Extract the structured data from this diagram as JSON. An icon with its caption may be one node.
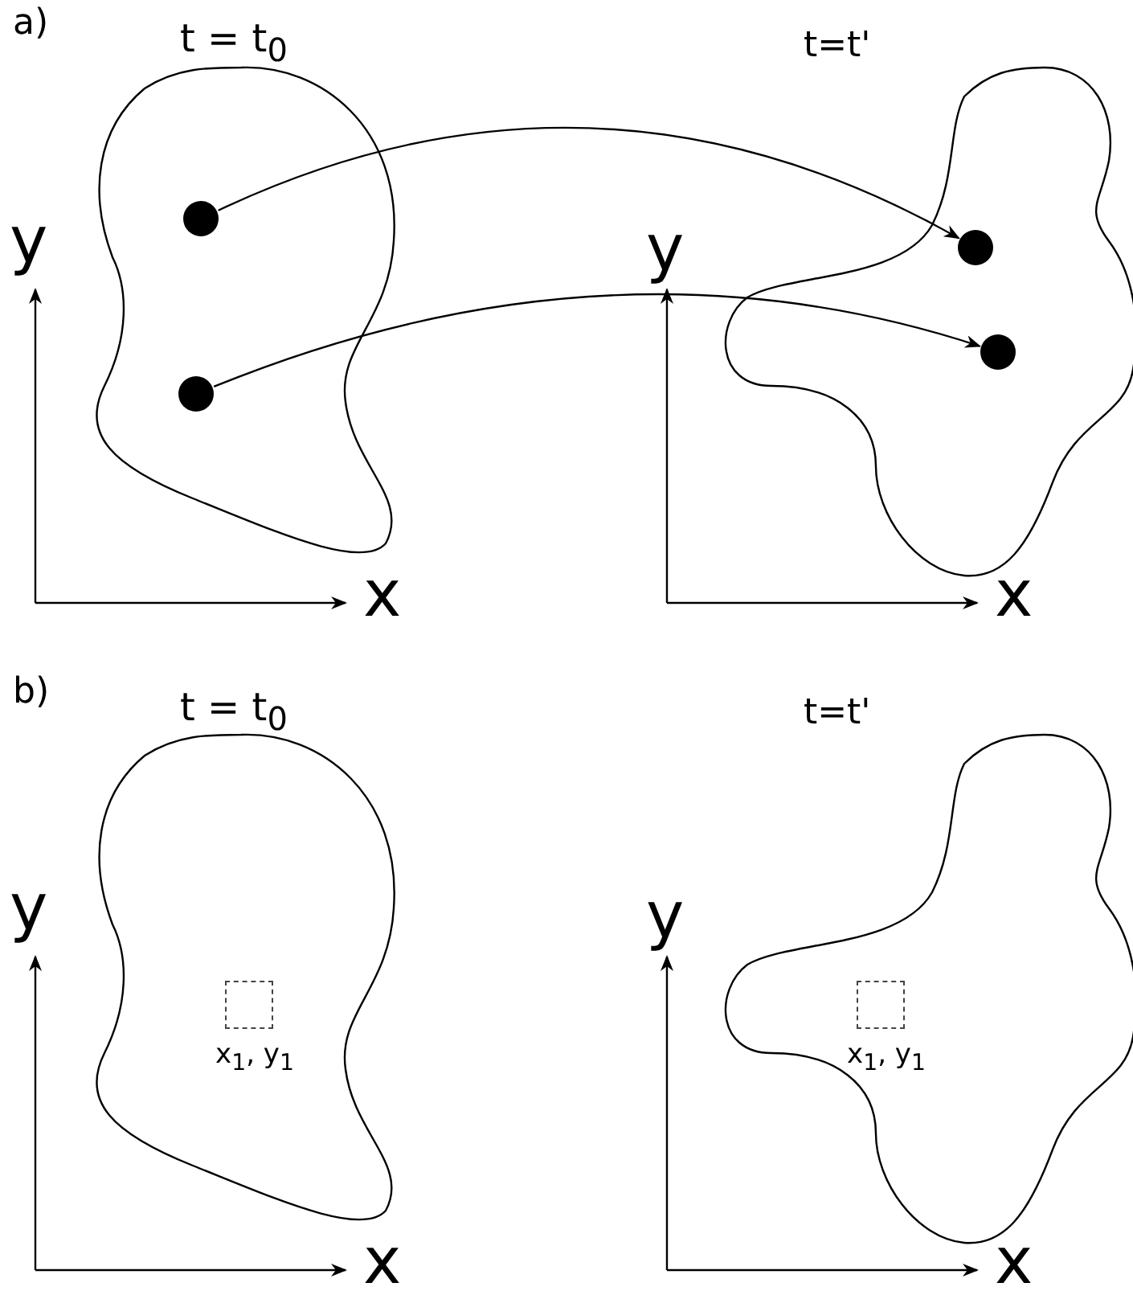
{
  "diagram": {
    "nodes": [
      {
        "text": [],
        "shape": "circle"
      },
      {
        "text": [],
        "shape": "circle"
      },
      {
        "text": [],
        "shape": "circle"
      },
      {
        "text": [],
        "shape": "circle"
      },
      {
        "text": [
          "x$_{1}$, y$_{1}$"
        ]
      },
      {
        "text": [
          "x$_{1}$, y$_{1}$"
        ]
      }
    ],
    "edges": [
      {
        "from": 0,
        "to": 2,
        "arrow": "to"
      },
      {
        "from": 1,
        "to": 3,
        "arrow": "to"
      }
    ],
    "labels": [
      "a)",
      "t = t$_{0}$",
      "t=t'",
      "y",
      "y",
      "x",
      "x",
      "b)",
      "t = t$_{0}$",
      "t=t'",
      "y",
      "y",
      "x",
      "x"
    ]
  }
}
